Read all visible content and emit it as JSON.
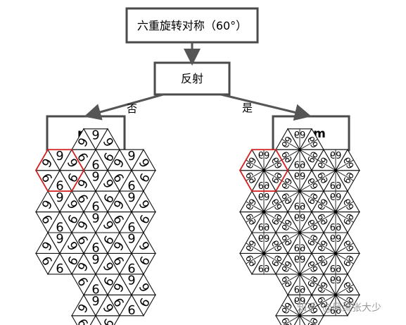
{
  "flow": {
    "root_label": "六重旋转对称（60°）",
    "decision_label": "反射",
    "no_label": "否",
    "yes_label": "是",
    "left_result": "p6",
    "right_result": "p6m"
  },
  "tiling": {
    "motif_glyph": "9",
    "highlight_color": "#d21f1f"
  },
  "watermark": {
    "site": "知乎",
    "author": "@风流张大少"
  }
}
